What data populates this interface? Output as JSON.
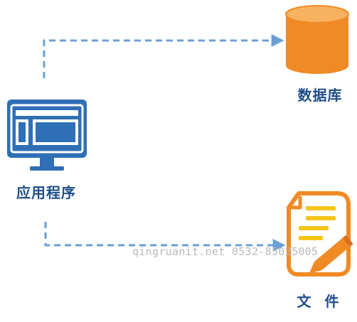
{
  "nodes": {
    "application": {
      "label": "应用程序"
    },
    "database": {
      "label": "数据库"
    },
    "file": {
      "label": "文 件"
    }
  },
  "watermark": "qingruanit.net 0532-85025005",
  "colors": {
    "text": "#1f4e8a",
    "monitor": "#2f6fb5",
    "monitor_screen": "#ffffff",
    "arrow": "#6a9fd4",
    "database": "#f08a24",
    "database_top": "#f7b260",
    "file_outline": "#f08a24",
    "file_lines": "#f5c518",
    "pencil": "#f08a24",
    "watermark": "#b9b9b9"
  },
  "icons": {
    "application": "monitor-icon",
    "database": "database-icon",
    "file": "document-pencil-icon"
  }
}
